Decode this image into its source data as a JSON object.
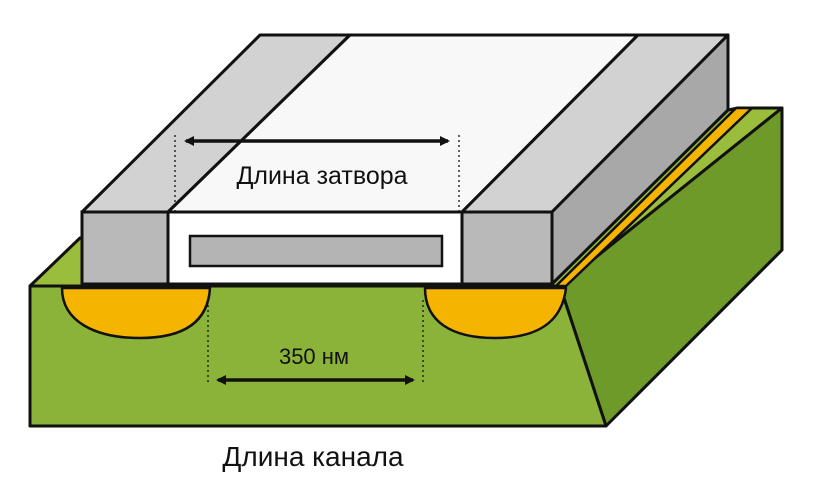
{
  "labels": {
    "gate_length": "Длина затвора",
    "channel_width": "350 нм",
    "channel_length": "Длина канала"
  },
  "colors": {
    "substrate_top": "#9bbd3c",
    "substrate_front": "#8cb339",
    "substrate_side": "#6e9a2a",
    "doped_region": "#f5b400",
    "gate_top": "#ececec",
    "gate_front": "#b9b9b9",
    "gate_side": "#a8a8a8",
    "gate_inner_top": "#f8f8f8",
    "gate_inner_front": "#ffffff",
    "gate_slot": "#b4b4b4",
    "outline": "#111111"
  }
}
